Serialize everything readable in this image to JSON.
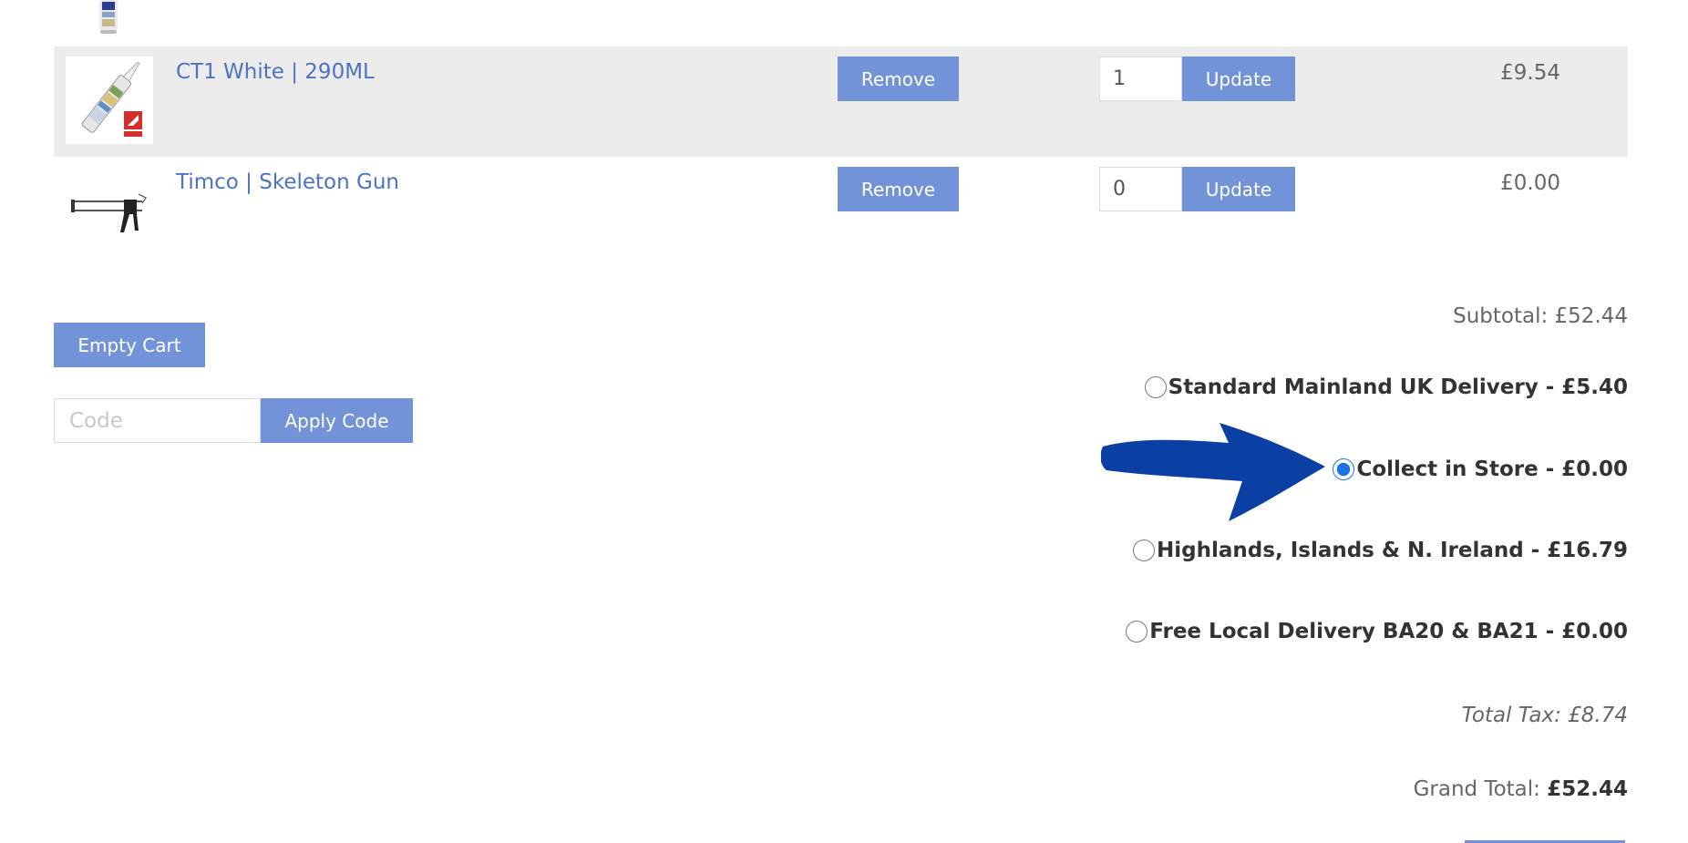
{
  "cart": {
    "items": [
      {
        "name": "CT1 White | 290ML",
        "remove_label": "Remove",
        "quantity": "1",
        "update_label": "Update",
        "price": "£9.54",
        "image": "sealant-tube-image"
      },
      {
        "name": "Timco | Skeleton Gun",
        "remove_label": "Remove",
        "quantity": "0",
        "update_label": "Update",
        "price": "£0.00",
        "image": "skeleton-gun-image"
      }
    ],
    "empty_cart_label": "Empty Cart",
    "code_placeholder": "Code",
    "apply_code_label": "Apply Code"
  },
  "summary": {
    "subtotal": "Subtotal: £52.44",
    "shipping_options": [
      {
        "label": "Standard Mainland UK Delivery - £5.40",
        "selected": false
      },
      {
        "label": "Collect in Store - £0.00",
        "selected": true
      },
      {
        "label": "Highlands, Islands & N. Ireland - £16.79",
        "selected": false
      },
      {
        "label": "Free Local Delivery BA20 & BA21 - £0.00",
        "selected": false
      }
    ],
    "total_tax": "Total Tax: £8.74",
    "grand_total_label": "Grand Total: ",
    "grand_total_value": "£52.44"
  },
  "colors": {
    "button": "#7393d9",
    "link": "#4c72c4",
    "row_highlight": "#ececec",
    "annotation_arrow": "#0a3fa3",
    "radio_selected": "#1a73e8"
  },
  "annotation": {
    "icon": "arrow-right-icon"
  }
}
